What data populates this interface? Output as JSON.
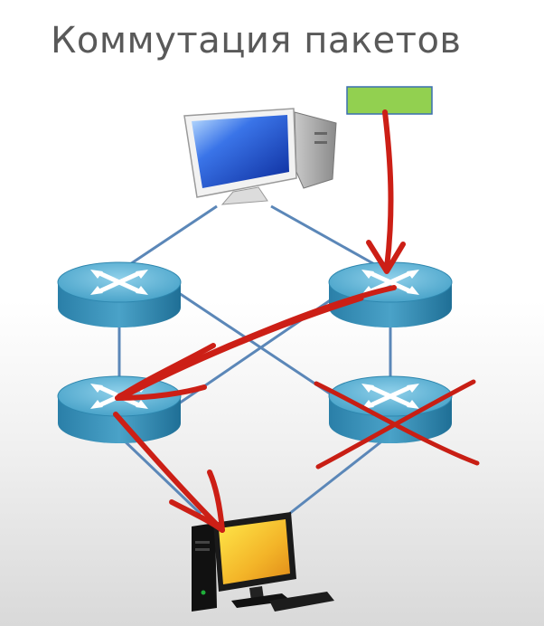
{
  "slide": {
    "title": "Коммутация пакетов"
  },
  "colors": {
    "background": "#ffffff",
    "title_text": "#595959",
    "link_line": "#5b87b8",
    "router_top": "#5fb0cf",
    "router_side": "#2d86ae",
    "packet_fill": "#92d050",
    "packet_border": "#3a6fb0",
    "path_arrow": "#cc1f16",
    "failed_cross": "#c81e14"
  },
  "diagram": {
    "nodes": [
      {
        "id": "source-computer",
        "icon": "desktop-computer-blue"
      },
      {
        "id": "router-top-left",
        "icon": "router"
      },
      {
        "id": "router-top-right",
        "icon": "router"
      },
      {
        "id": "router-bottom-left",
        "icon": "router"
      },
      {
        "id": "router-bottom-right",
        "icon": "router",
        "status": "failed"
      },
      {
        "id": "destination-computer",
        "icon": "desktop-computer-yellow"
      },
      {
        "id": "data-packet",
        "icon": "green-rectangle"
      }
    ],
    "links": [
      [
        "source-computer",
        "router-top-left"
      ],
      [
        "source-computer",
        "router-top-right"
      ],
      [
        "router-top-left",
        "router-bottom-left"
      ],
      [
        "router-top-left",
        "router-bottom-right"
      ],
      [
        "router-top-right",
        "router-bottom-left"
      ],
      [
        "router-top-right",
        "router-bottom-right"
      ],
      [
        "router-bottom-left",
        "destination-computer"
      ],
      [
        "router-bottom-right",
        "destination-computer"
      ]
    ],
    "packet_path": [
      "data-packet",
      "router-top-right",
      "router-bottom-left",
      "destination-computer"
    ]
  }
}
